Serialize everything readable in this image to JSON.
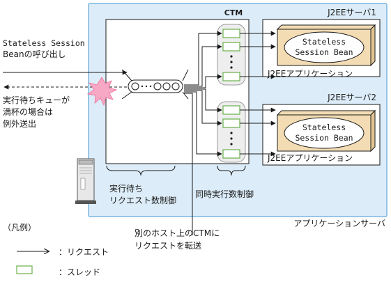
{
  "colors": {
    "app_server_fill": "#dcecf8",
    "app_server_stroke": "#7cb6e0",
    "bean_fill": "#f3dcb3",
    "thread_fill": "#ffffff",
    "thread_stroke": "#6ab04c",
    "thread_group_fill": "#eeeeee",
    "burst_fill": "#f7a8c4",
    "line": "#1a1a1a"
  },
  "diagram": {
    "incoming_call_line1": "Stateless Session",
    "incoming_call_line2": "Beanの呼び出し",
    "queue_full_line1": "実行待ちキューが",
    "queue_full_line2": "満杯の場合は",
    "queue_full_line3": "例外送出",
    "ctm_label": "CTM",
    "server1_title": "J2EEサーバ1",
    "server2_title": "J2EEサーバ2",
    "bean1_line1": "Stateless",
    "bean1_line2": "Session Bean",
    "bean2_line1": "Stateless",
    "bean2_line2": "Session Bean",
    "app1_label": "J2EEアプリケーション",
    "app2_label": "J2EEアプリケーション",
    "queue_control_line1": "実行待ち",
    "queue_control_line2": "リクエスト数制御",
    "concurrency_control": "同時実行数制御",
    "app_server_label": "アプリケーションサーバ",
    "forward_line1": "別のホスト上のCTMに",
    "forward_line2": "リクエストを転送"
  },
  "legend": {
    "title": "（凡例）",
    "request_label": "：リクエスト",
    "thread_label": "：スレッド"
  }
}
